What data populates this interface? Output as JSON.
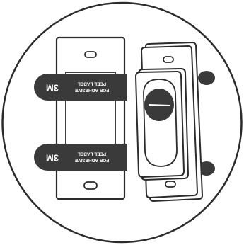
{
  "illustration": {
    "tab_upper": {
      "brand": "3M",
      "line1": "PEEL LABEL",
      "line2": "FOR ADHESIVE"
    },
    "tab_lower": {
      "brand": "3M",
      "line1": "PEEL LABEL",
      "line2": "FOR ADHESIVE"
    },
    "colors": {
      "outline": "#2b2b2b",
      "tab": "#3a3a3a",
      "background": "#ffffff"
    }
  }
}
